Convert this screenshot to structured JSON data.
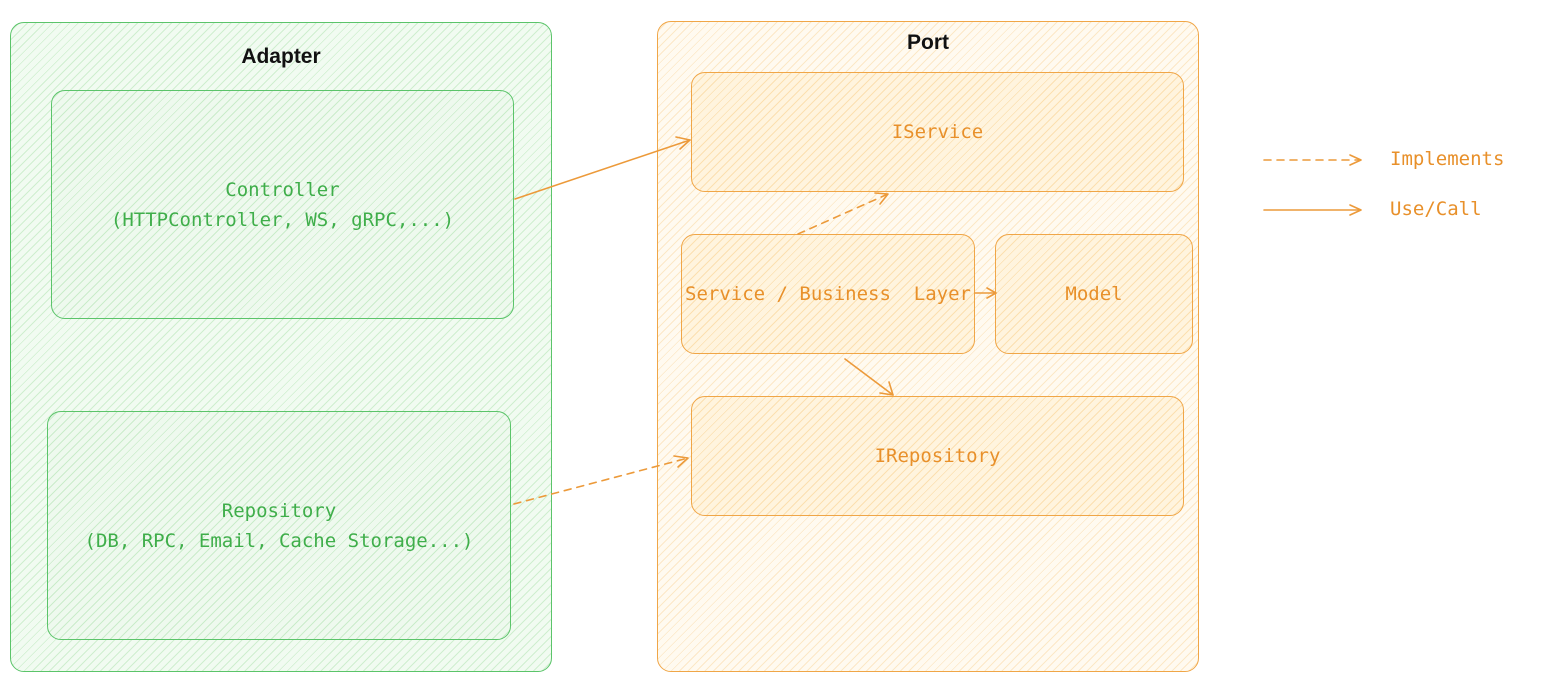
{
  "adapter": {
    "title": "Adapter",
    "controller": "Controller\n(HTTPController, WS, gRPC,...)",
    "repository": "Repository\n(DB, RPC, Email, Cache Storage...)"
  },
  "port": {
    "title": "Port",
    "iservice": "IService",
    "service_layer": "Service / Business  Layer",
    "model": "Model",
    "irepository": "IRepository"
  },
  "legend": {
    "implements": "Implements",
    "use_call": "Use/Call"
  },
  "colors": {
    "adapter": "#5bc46a",
    "port": "#f0a647",
    "text_orange": "#e8902a",
    "text_green": "#3fae4a"
  }
}
